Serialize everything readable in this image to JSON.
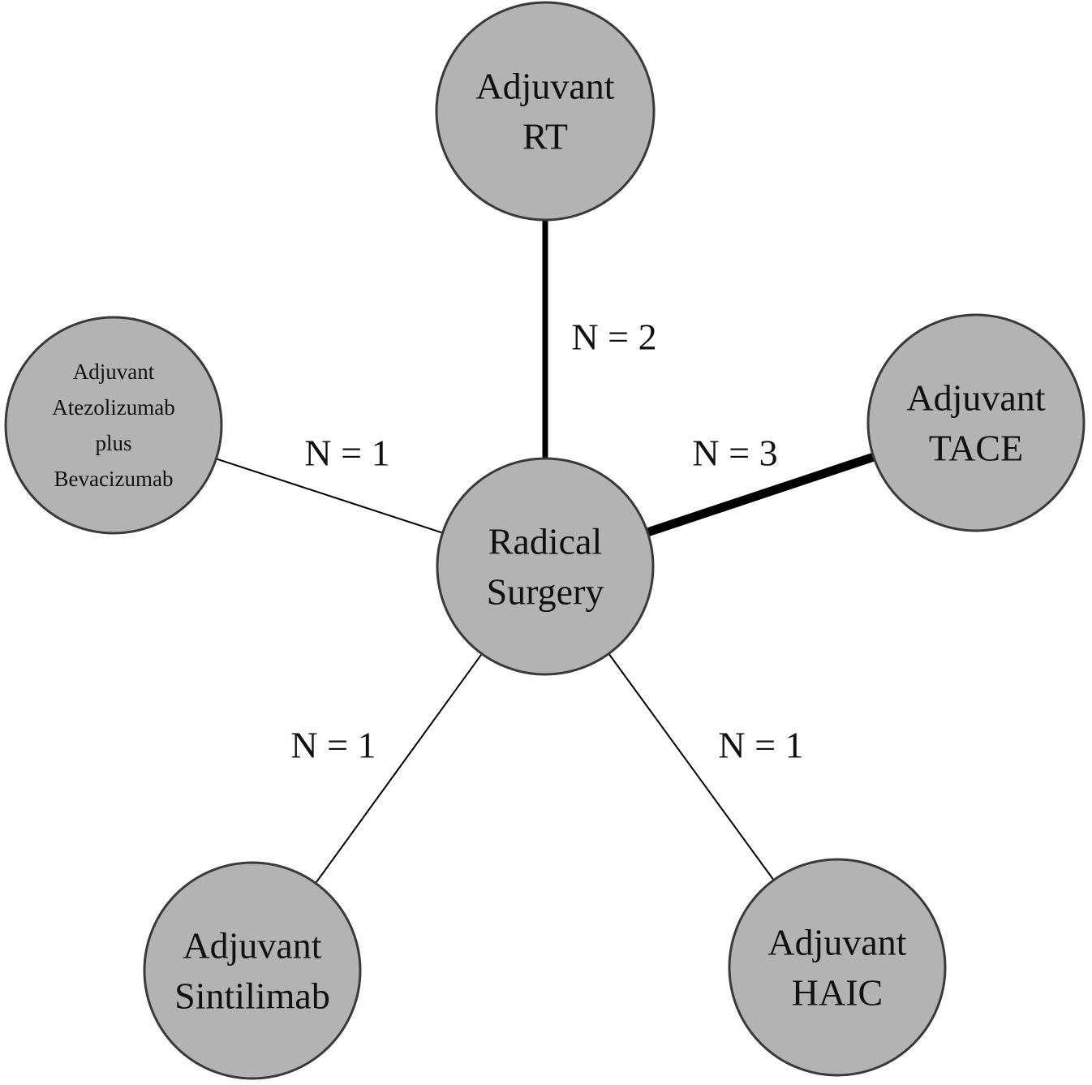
{
  "center": {
    "id": "radical-surgery",
    "lines": [
      "Radical",
      "Surgery"
    ]
  },
  "nodes": [
    {
      "id": "adjuvant-rt",
      "lines": [
        "Adjuvant",
        "RT"
      ]
    },
    {
      "id": "adjuvant-tace",
      "lines": [
        "Adjuvant",
        "TACE"
      ]
    },
    {
      "id": "adjuvant-haic",
      "lines": [
        "Adjuvant",
        "HAIC"
      ]
    },
    {
      "id": "adjuvant-sintilimab",
      "lines": [
        "Adjuvant",
        "Sintilimab"
      ]
    },
    {
      "id": "adjuvant-atezolizumab-bevacizumab",
      "lines": [
        "Adjuvant",
        "Atezolizumab",
        "plus",
        "Bevacizumab"
      ]
    }
  ],
  "edges": [
    {
      "to": "adjuvant-rt",
      "label": "N = 2",
      "n": 2
    },
    {
      "to": "adjuvant-tace",
      "label": "N = 3",
      "n": 3
    },
    {
      "to": "adjuvant-haic",
      "label": "N = 1",
      "n": 1
    },
    {
      "to": "adjuvant-sintilimab",
      "label": "N = 1",
      "n": 1
    },
    {
      "to": "adjuvant-atezolizumab-bevacizumab",
      "label": "N = 1",
      "n": 1
    }
  ]
}
